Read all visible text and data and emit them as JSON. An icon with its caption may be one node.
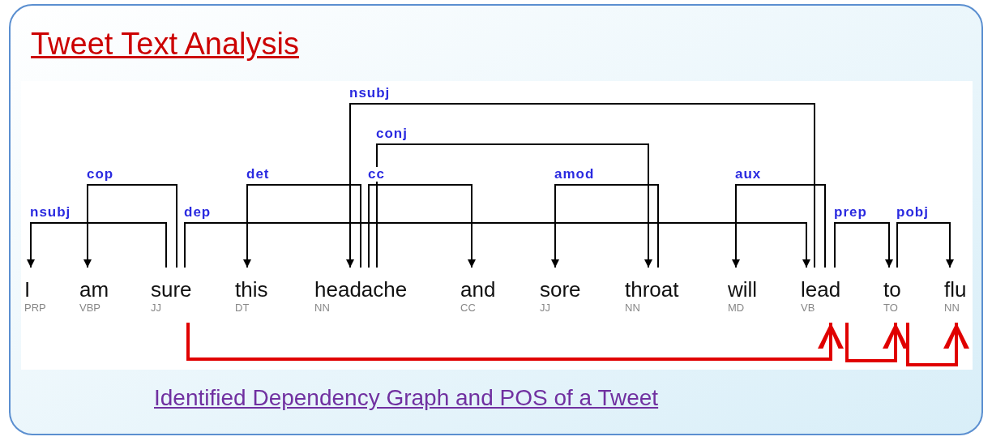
{
  "diagram": {
    "title": "Tweet Text Analysis",
    "caption": "Identified Dependency Graph and POS of a Tweet",
    "nodes": [
      {
        "text": [
          "I",
          "PRP"
        ]
      },
      {
        "text": [
          "am",
          "VBP"
        ]
      },
      {
        "text": [
          "sure",
          "JJ"
        ]
      },
      {
        "text": [
          "this",
          "DT"
        ]
      },
      {
        "text": [
          "headache",
          "NN"
        ]
      },
      {
        "text": [
          "and",
          "CC"
        ]
      },
      {
        "text": [
          "sore",
          "JJ"
        ]
      },
      {
        "text": [
          "throat",
          "NN"
        ]
      },
      {
        "text": [
          "will",
          "MD"
        ]
      },
      {
        "text": [
          "lead",
          "VB"
        ]
      },
      {
        "text": [
          "to",
          "TO"
        ]
      },
      {
        "text": [
          "flu",
          "NN"
        ]
      }
    ],
    "edges": [
      {
        "from": 2,
        "to": 0,
        "arrow": "to",
        "label": "nsubj"
      },
      {
        "from": 2,
        "to": 1,
        "arrow": "to",
        "label": "cop"
      },
      {
        "from": 2,
        "to": 9,
        "arrow": "to",
        "label": "dep"
      },
      {
        "from": 4,
        "to": 3,
        "arrow": "to",
        "label": "det"
      },
      {
        "from": 9,
        "to": 4,
        "arrow": "to",
        "label": "nsubj"
      },
      {
        "from": 4,
        "to": 7,
        "arrow": "to",
        "label": "conj"
      },
      {
        "from": 4,
        "to": 5,
        "arrow": "to",
        "label": "cc"
      },
      {
        "from": 7,
        "to": 6,
        "arrow": "to",
        "label": "amod"
      },
      {
        "from": 9,
        "to": 8,
        "arrow": "to",
        "label": "aux"
      },
      {
        "from": 9,
        "to": 10,
        "arrow": "to",
        "label": "prep"
      },
      {
        "from": 10,
        "to": 11,
        "arrow": "to",
        "label": "pobj"
      },
      {
        "from": 2,
        "to": 9,
        "arrow": "to",
        "style": "thick",
        "color": "#e00000"
      },
      {
        "from": 9,
        "to": 10,
        "arrow": "to",
        "style": "thick",
        "color": "#e00000"
      },
      {
        "from": 10,
        "to": 11,
        "arrow": "to",
        "style": "thick",
        "color": "#e00000"
      }
    ]
  }
}
